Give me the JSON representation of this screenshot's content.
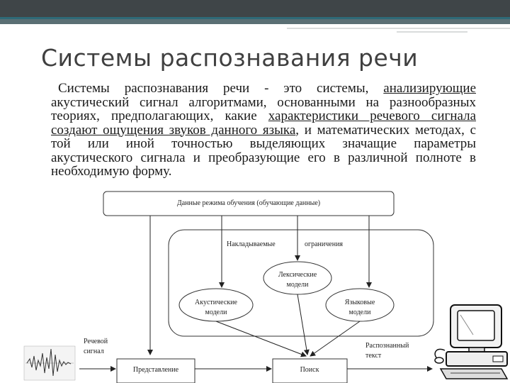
{
  "slide": {
    "title": "Системы распознавания речи",
    "paragraph": {
      "p1": "Системы распознавания речи - это системы, ",
      "u1": "анализирующие",
      "p2": " акустический сигнал алгоритмами, основанными на разнообразных теориях, предполагающих, какие ",
      "u2": "характеристики речевого сигнала создают ощущения звуков данного языка",
      "p3": ", и математических методах, с той или иной точностью выделяющих значащие параметры акустического сигнала и преобразующие его в различной полноте в необходимую форму."
    }
  },
  "diagram": {
    "training_data_label": "Данные режима обучения (обучающие данные)",
    "constraints_left": "Накладываемые",
    "constraints_right": "ограничения",
    "lexical_model_line1": "Лексические",
    "lexical_model_line2": "модели",
    "acoustic_model_line1": "Акустические",
    "acoustic_model_line2": "модели",
    "language_model_line1": "Языковые",
    "language_model_line2": "модели",
    "speech_signal_line1": "Речевой",
    "speech_signal_line2": "сигнал",
    "recognized_text_line1": "Распознанный",
    "recognized_text_line2": "текст",
    "representation_label": "Представление",
    "search_label": "Поиск"
  },
  "colors": {
    "top_bar": "#3f4548",
    "accent": "#2e6a78",
    "title_text": "#404040"
  },
  "icons": [
    "waveform-image",
    "computer-icon"
  ]
}
